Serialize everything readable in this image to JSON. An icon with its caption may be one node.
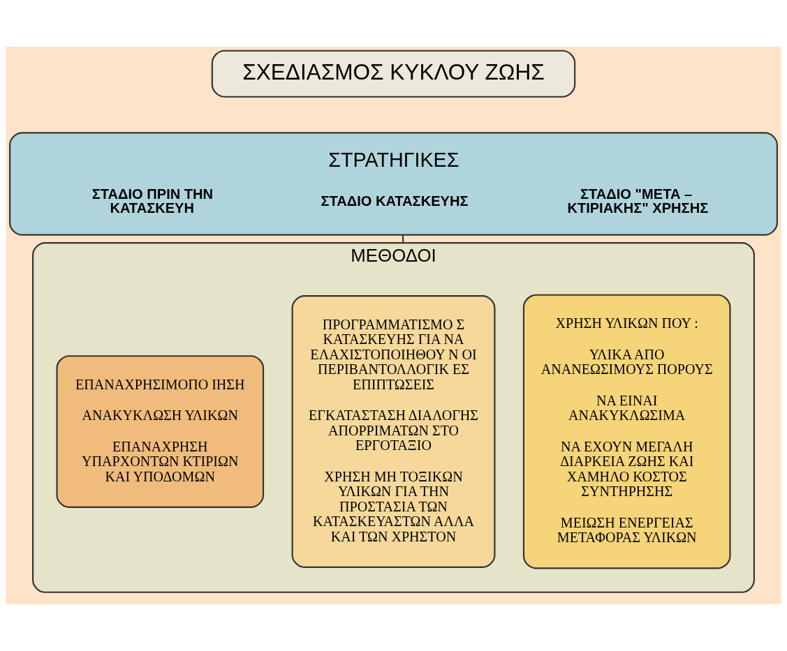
{
  "diagram": {
    "nodes": [
      {
        "text": [
          "ΣΧΕΔΙΑΣΜΟΣ ΚΥΚΛΟΥ ΖΩΗΣ"
        ]
      },
      {
        "text": [
          "ΣΤΡΑΤΗΓΙΚΕΣ",
          "ΣΤΑΔΙΟ ΠΡΙΝ ΤΗΝ ΚΑΤΑΣΚΕΥΗ",
          "ΣΤΑΔΙΟ ΚΑΤΑΣΚΕΥΗΣ",
          "ΣΤΑΔΙΟ \"ΜΕΤΑ – ΚΤΙΡΙΑΚΗΣ\" ΧΡΗΣΗΣ"
        ]
      },
      {
        "text": [
          "ΜΕΘΟΔΟΙ"
        ]
      },
      {
        "text": [
          "ΧΡΗΣΗ ΥΛΙΚΩΝ ΠΟΥ :",
          "ΥΛΙΚΑ ΑΠΟ ΑΝΑΝΕΩΣΙΜΟΥΣ ΠΟΡΟΥΣ",
          "ΝΑ ΕΙΝΑΙ ΑΝΑΚΥΚΛΩΣΙΜΑ",
          "ΝΑ ΕΧΟΥΝ ΜΕΓΑΛΗ ΔΙΑΡΚΕΙΑ ΖΩΗΣ ΚΑΙ ΧΑΜΗΛΟ ΚΟΣΤΟΣ ΣΥΝΤΗΡΗΣΗΣ",
          "ΜΕΙΩΣΗ ΕΝΕΡΓΕΙΑΣ ΜΕΤΑΦΟΡΑΣ ΥΛΙΚΩΝ"
        ],
        "in": 2
      },
      {
        "text": [
          "ΠΡΟΓΡΑΜΜΑΤΙΣΜΟ Σ ΚΑΤΑΣΚΕΥΗΣ ΓΙΑ ΝΑ ΕΛΑΧΙΣΤΟΠΟΙΗΘΟΥ Ν ΟΙ ΠΕΡΙΒΑΝΤΟΛΛΟΓΙΚ ΕΣ ΕΠΙΠΤΩΣΕΙΣ",
          "ΕΓΚΑΤΑΣΤΑΣΗ ΔΙΑΛΟΓΗΣ ΑΠΟΡΡΙΜΑΤΩΝ ΣΤΟ ΕΡΓΟΤΑΞΙΟ",
          "ΧΡΗΣΗ ΜΗ ΤΟΞΙΚΩΝ ΥΛΙΚΩΝ ΓΙΑ ΤΗΝ ΠΡΟΣΤΑΣΙΑ ΤΩΝ ΚΑΤΑΣΚΕΥΑΣΤΩΝ ΑΛΛΑ ΚΑΙ ΤΩΝ ΧΡΗΣΤΟΝ"
        ],
        "in": 2
      },
      {
        "text": [
          "ΕΠΑΝΑΧΡΗΣΙΜΟΠΟ ΙΗΣΗ",
          "ΑΝΑΚΥΚΛΩΣΗ ΥΛΙΚΩΝ",
          "ΕΠΑΝΑΧΡΗΣΗ ΥΠΑΡΧΟΝΤΩΝ ΚΤΙΡΙΩΝ ΚΑΙ ΥΠΟΔΟΜΩΝ"
        ],
        "in": 2
      }
    ],
    "edges": [
      {
        "from": 1,
        "to": 2,
        "arrow": "none"
      }
    ]
  }
}
